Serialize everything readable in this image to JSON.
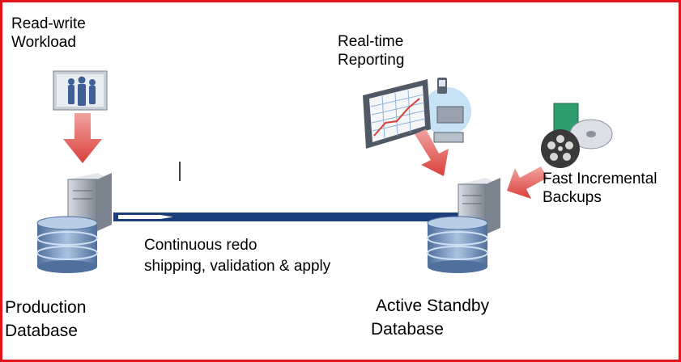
{
  "colors": {
    "frame": "#e3141b",
    "arrow": "#e0504a",
    "link_line": "#1b3f7a",
    "server": "#9aa3ad",
    "db_disk": "#6f8fb8",
    "monitor_bg": "#c6e2f4"
  },
  "labels": {
    "workload": [
      "Read-write",
      "Workload"
    ],
    "reporting": [
      "Real-time",
      "Reporting"
    ],
    "backups": [
      "Fast Incremental",
      "Backups"
    ],
    "redo": [
      "Continuous redo",
      "shipping, validation & apply"
    ],
    "production": [
      "Production",
      "Database"
    ],
    "standby": [
      "Active Standby",
      "Database"
    ]
  },
  "icons": {
    "workload": "people-workload-icon",
    "reporting": "monitor-chart-icon",
    "backups": "tape-disk-backup-icon",
    "production_server": "server-icon",
    "production_db": "database-icon",
    "standby_server": "server-icon",
    "standby_db": "database-icon"
  }
}
